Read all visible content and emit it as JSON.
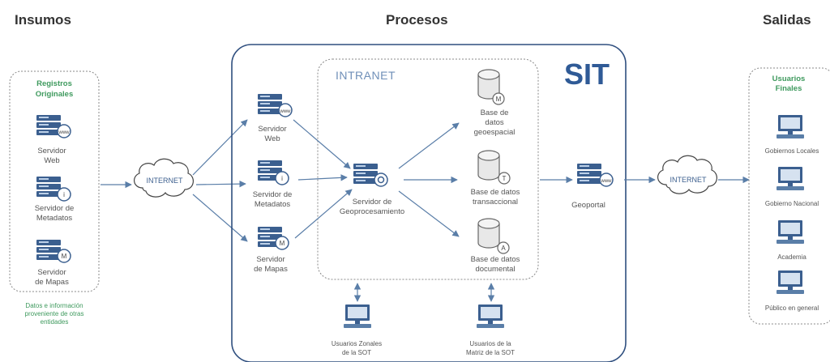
{
  "headers": {
    "insumos": "Insumos",
    "procesos": "Procesos",
    "salidas": "Salidas"
  },
  "insumos": {
    "title_line1": "Registros",
    "title_line2": "Originales",
    "items": [
      {
        "line1": "Servidor",
        "line2": "Web",
        "icon": "server-www-icon"
      },
      {
        "line1": "Servidor de",
        "line2": "Metadatos",
        "icon": "server-info-icon"
      },
      {
        "line1": "Servidor",
        "line2": "de Mapas",
        "icon": "server-map-icon"
      }
    ],
    "note_line1": "Datos e información",
    "note_line2": "proveniente de otras",
    "note_line3": "entidades"
  },
  "clouds": {
    "left": "INTERNET",
    "right": "INTERNET"
  },
  "procesos": {
    "sit_label": "SIT",
    "intranet_label": "INTRANET",
    "servers": [
      {
        "line1": "Servidor",
        "line2": "Web",
        "icon": "server-www-icon"
      },
      {
        "line1": "Servidor de",
        "line2": "Metadatos",
        "icon": "server-info-icon"
      },
      {
        "line1": "Servidor",
        "line2": "de Mapas",
        "icon": "server-map-icon"
      }
    ],
    "geo": {
      "line1": "Servidor de",
      "line2": "Geoprocesamiento"
    },
    "databases": [
      {
        "badge": "M",
        "line1": "Base de",
        "line2": "datos",
        "line3": "geoespacial"
      },
      {
        "badge": "T",
        "line1": "Base de datos",
        "line2": "transaccional",
        "line3": ""
      },
      {
        "badge": "A",
        "line1": "Base de datos",
        "line2": "documental",
        "line3": ""
      }
    ],
    "geoportal": "Geoportal",
    "users": [
      {
        "line1": "Usuarios Zonales",
        "line2": "de la SOT"
      },
      {
        "line1": "Usuarios de la",
        "line2": "Matriz de la SOT"
      }
    ]
  },
  "salidas": {
    "title_line1": "Usuarios",
    "title_line2": "Finales",
    "items": [
      "Gobiernos Locales",
      "Gobierno Nacional",
      "Academia",
      "Público en general"
    ]
  },
  "colors": {
    "box_border": "#2f4f7f",
    "dotted": "#888888",
    "server": "#3b5f8f",
    "arrow": "#5a7ea8",
    "green": "#3f9a5e"
  }
}
